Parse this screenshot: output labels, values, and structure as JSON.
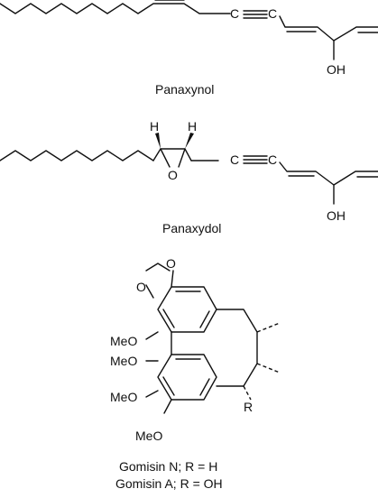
{
  "structures": [
    {
      "name": "Panaxynol",
      "labels": {
        "hydroxyl": "OH"
      }
    },
    {
      "name": "Panaxydol",
      "labels": {
        "hydroxyl": "OH",
        "h_left": "H",
        "h_right": "H",
        "oxygen": "O"
      }
    },
    {
      "caption_lines": [
        "Gomisin N; R = H",
        "Gomisin A; R = OH"
      ],
      "labels": {
        "methoxy_1": "MeO",
        "methoxy_2": "MeO",
        "methoxy_3": "MeO",
        "methoxy_4": "MeO",
        "r_group": "R",
        "dioxole_o_top": "O",
        "dioxole_o_bottom": "O"
      }
    }
  ],
  "colors": {
    "ink": "#111111",
    "background": "#ffffff"
  }
}
